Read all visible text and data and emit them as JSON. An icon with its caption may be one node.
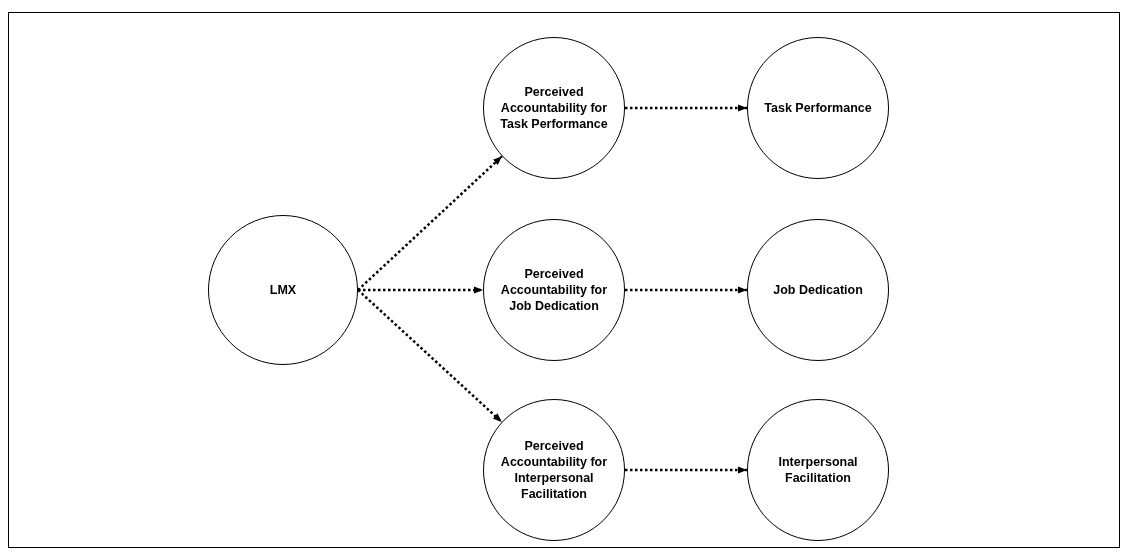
{
  "diagram": {
    "nodes": [
      {
        "text": [
          "LMX"
        ]
      },
      {
        "text": [
          "Perceived Accountability for Task Performance"
        ]
      },
      {
        "text": [
          "Perceived Accountability for Job Dedication"
        ]
      },
      {
        "text": [
          "Perceived Accountability for Interpersonal Facilitation"
        ]
      },
      {
        "text": [
          "Task Performance"
        ]
      },
      {
        "text": [
          "Job Dedication"
        ]
      },
      {
        "text": [
          "Interpersonal Facilitation"
        ]
      }
    ],
    "edges": [
      {
        "from": 0,
        "to": 1,
        "arrow": "to"
      },
      {
        "from": 0,
        "to": 2,
        "arrow": "to"
      },
      {
        "from": 0,
        "to": 3,
        "arrow": "to"
      },
      {
        "from": 1,
        "to": 4,
        "arrow": "to"
      },
      {
        "from": 2,
        "to": 5,
        "arrow": "to"
      },
      {
        "from": 3,
        "to": 6,
        "arrow": "to"
      }
    ]
  }
}
